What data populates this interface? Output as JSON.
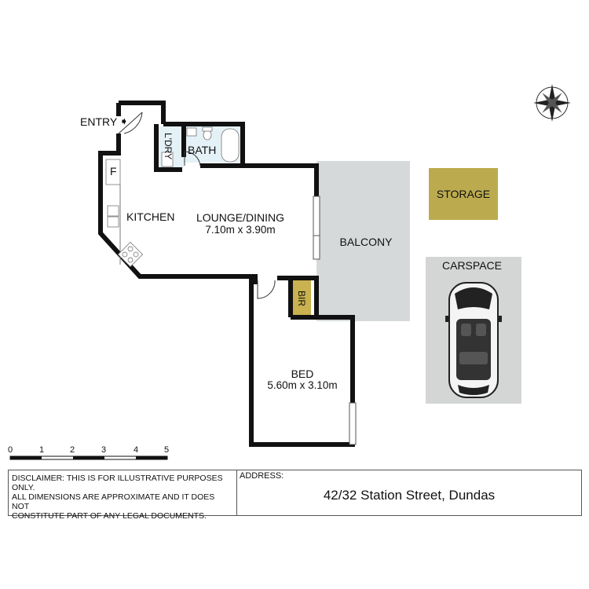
{
  "rooms": {
    "entry": "ENTRY",
    "laundry": "L'DRY",
    "bath": "BATH",
    "fridge": "F",
    "kitchen": "KITCHEN",
    "lounge_name": "LOUNGE/DINING",
    "lounge_size": "7.10m x 3.90m",
    "balcony": "BALCONY",
    "storage": "STORAGE",
    "carspace": "CARSPACE",
    "bir": "BIR",
    "bed_name": "BED",
    "bed_size": "5.60m x 3.10m"
  },
  "scale": {
    "ticks": [
      "0",
      "1",
      "2",
      "3",
      "4",
      "5"
    ]
  },
  "footer": {
    "disclaimer_lines": [
      "DISCLAIMER: THIS IS FOR ILLUSTRATIVE PURPOSES ONLY.",
      "ALL DIMENSIONS ARE APPROXIMATE AND IT DOES NOT",
      "CONSTITUTE PART OF ANY LEGAL DOCUMENTS."
    ],
    "address_label": "ADDRESS:",
    "address_value": "42/32 Station Street, Dundas"
  },
  "colors": {
    "wall": "#111111",
    "balcony": "#d5d9da",
    "storage": "#bcab4e",
    "bir": "#c9b24f",
    "carspace": "#d4d6d6",
    "wet_area": "#e4f1f6"
  }
}
